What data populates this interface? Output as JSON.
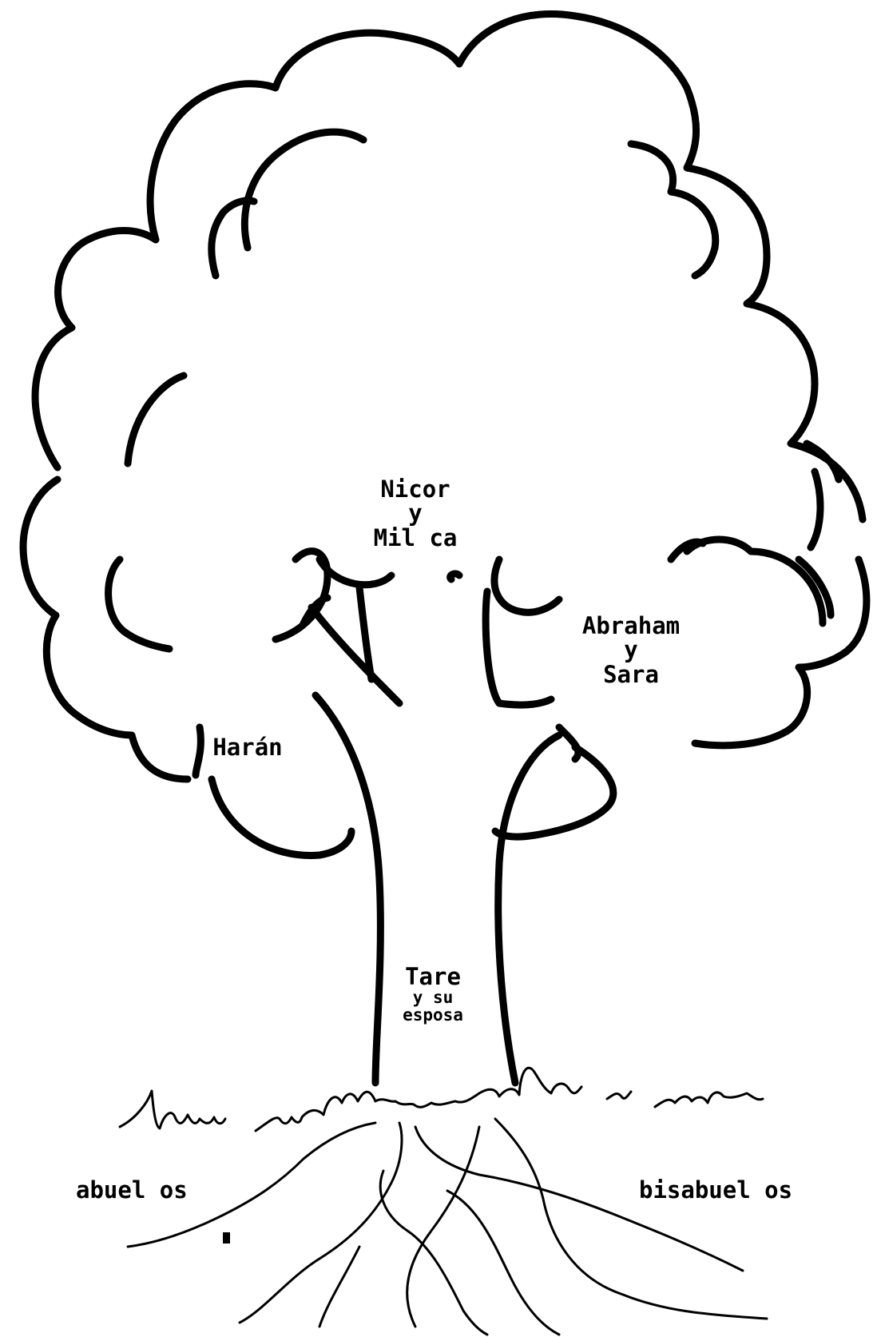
{
  "labels": {
    "nicor": {
      "line1": "Nicor",
      "line2": "y",
      "line3": "Mil ca"
    },
    "abraham": {
      "line1": "Abraham",
      "line2": "y",
      "line3": "Sara"
    },
    "haran": {
      "line1": "Harán"
    },
    "tare": {
      "line1": "Tare",
      "line2": "y su",
      "line3": "esposa"
    },
    "abuelos": "abuel os",
    "bisabuelos": "bisabuel os"
  },
  "colors": {
    "ink": "#000000",
    "background": "#ffffff"
  }
}
